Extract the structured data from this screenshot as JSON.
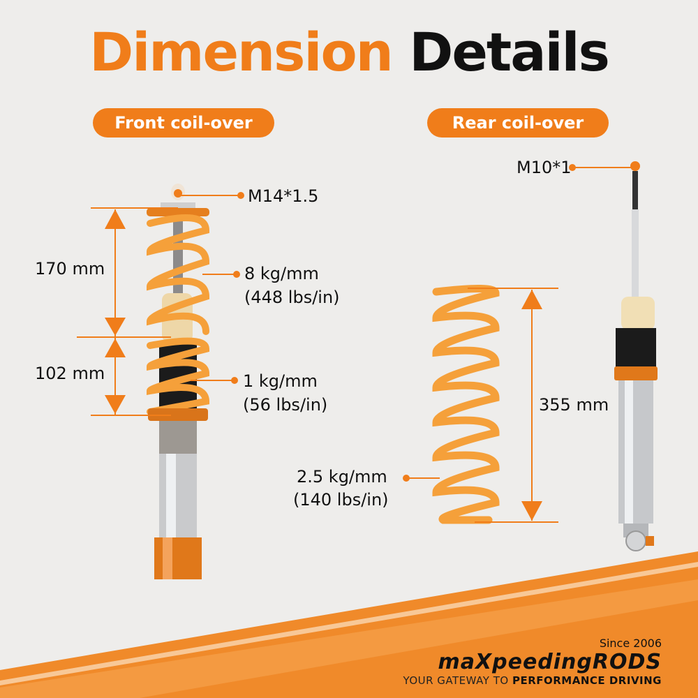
{
  "title": {
    "part1": "Dimension",
    "part2": "Details"
  },
  "front": {
    "label": "Front coil-over",
    "thread": "M14*1.5",
    "dim_upper": "170 mm",
    "dim_lower": "102 mm",
    "spring_main": {
      "rate": "8 kg/mm",
      "imperial": "(448 lbs/in)"
    },
    "spring_helper": {
      "rate": "1 kg/mm",
      "imperial": "(56 lbs/in)"
    }
  },
  "rear": {
    "label": "Rear coil-over",
    "thread": "M10*1",
    "spring_length": "355 mm",
    "spring": {
      "rate": "2.5 kg/mm",
      "imperial": "(140 lbs/in)"
    }
  },
  "logo": {
    "brand": "maXpeedingRODS",
    "since": "Since 2006",
    "tagline_light": "YOUR GATEWAY TO ",
    "tagline_bold": "PERFORMANCE DRIVING"
  },
  "colors": {
    "accent": "#f07d1a",
    "spring": "#f5a03a",
    "text": "#111111"
  }
}
